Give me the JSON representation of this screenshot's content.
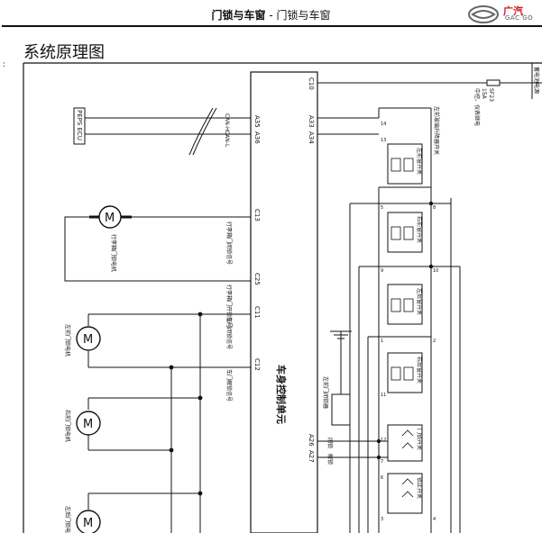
{
  "header": {
    "title_main": "门锁与车窗",
    "title_sub": "门锁与车窗",
    "separator": " - ",
    "brand_cn": "广汽",
    "brand_en": "GAC GO"
  },
  "section_title": "系统原理图",
  "bcm": {
    "name": "车身控制单元",
    "pins": {
      "c10": "C10",
      "a35": "A35",
      "a36": "A36",
      "a33": "A33",
      "a34": "A34",
      "c13": "C13",
      "c25": "C25",
      "c11": "C11",
      "c12": "C12",
      "a26": "A26",
      "a27": "A27"
    }
  },
  "peps": {
    "label": "PEPS ECU",
    "can_h": "CAN-H",
    "can_l": "CAN-L"
  },
  "trunk_motor": {
    "symbol": "M",
    "label": "行李箱门锁电机"
  },
  "motors": [
    {
      "symbol": "M",
      "label": "左前门锁电机"
    },
    {
      "symbol": "M",
      "label": "右前门锁电机"
    },
    {
      "symbol": "M",
      "label": "左后门锁电机"
    }
  ],
  "signals": {
    "c13": "行李箱门闭锁信号",
    "c25": "行李箱门开锁信号",
    "c11": "车门闭锁信号",
    "c12": "车门解锁信号",
    "a26": "闭锁",
    "a27": "解锁"
  },
  "fuse": {
    "code": "SF23",
    "rating": "15A",
    "location": "中控、仪表继电",
    "source": "蓄电池电源"
  },
  "switches": {
    "lf_group": "左前玻璃升降器开关",
    "lf": "左前窗开关",
    "rf": "右前窗开关",
    "lr": "左后窗开关",
    "rr": "右后窗开关",
    "lock": "门锁开关",
    "child": "锁止开关",
    "door_lock_left": "左前门闭锁器"
  },
  "pin_numbers": [
    "14",
    "13",
    "5",
    "8",
    "9",
    "10",
    "1",
    "2",
    "11",
    "12",
    "7",
    "6",
    "3",
    "4"
  ]
}
